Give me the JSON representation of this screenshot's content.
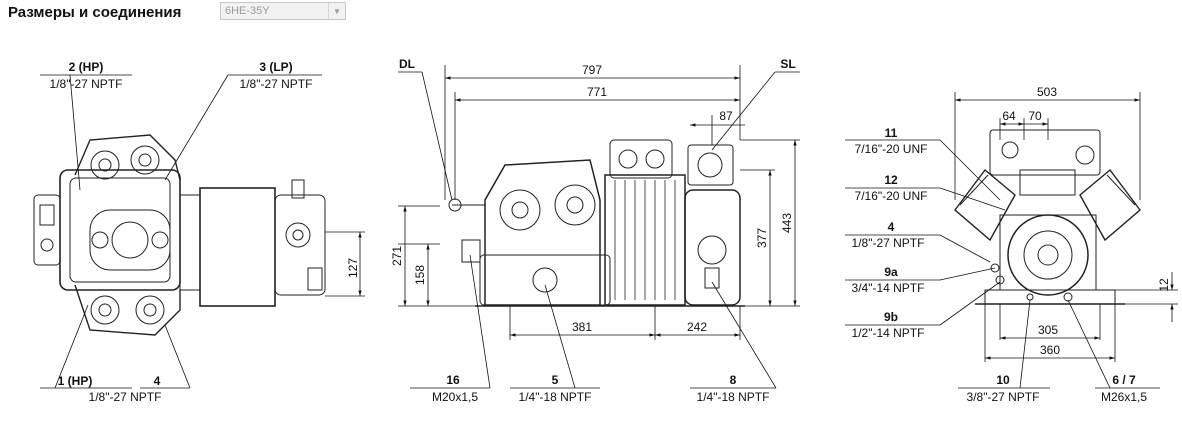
{
  "header": {
    "title": "Размеры и соединения",
    "model_select": "6HE-35Y"
  },
  "views": {
    "top": {
      "hp2": {
        "id": "2 (HP)",
        "spec": "1/8\"-27 NPTF"
      },
      "lp3": {
        "id": "3 (LP)",
        "spec": "1/8\"-27 NPTF"
      },
      "hp1": {
        "id": "1 (HP)"
      },
      "c4": {
        "id": "4",
        "spec": "1/8\"-27 NPTF"
      },
      "dim_127": "127"
    },
    "side": {
      "dl": "DL",
      "sl": "SL",
      "dim_797": "797",
      "dim_771": "771",
      "dim_87": "87",
      "dim_377": "377",
      "dim_443": "443",
      "dim_271": "271",
      "dim_158": "158",
      "dim_381": "381",
      "dim_242": "242",
      "c16": {
        "id": "16",
        "spec": "M20x1,5"
      },
      "c5": {
        "id": "5",
        "spec": "1/4\"-18 NPTF"
      },
      "c8": {
        "id": "8",
        "spec": "1/4\"-18 NPTF"
      }
    },
    "end": {
      "dim_503": "503",
      "dim_64": "64",
      "dim_70": "70",
      "dim_305": "305",
      "dim_360": "360",
      "dim_12": "12",
      "c11": {
        "id": "11",
        "spec": "7/16\"-20 UNF"
      },
      "c12": {
        "id": "12",
        "spec": "7/16\"-20 UNF"
      },
      "c4": {
        "id": "4",
        "spec": "1/8\"-27 NPTF"
      },
      "c9a": {
        "id": "9a",
        "spec": "3/4\"-14 NPTF"
      },
      "c9b": {
        "id": "9b",
        "spec": "1/2\"-14 NPTF"
      },
      "c10": {
        "id": "10",
        "spec": "3/8\"-27 NPTF"
      },
      "c67": {
        "id": "6 / 7",
        "spec": "M26x1,5"
      }
    }
  }
}
